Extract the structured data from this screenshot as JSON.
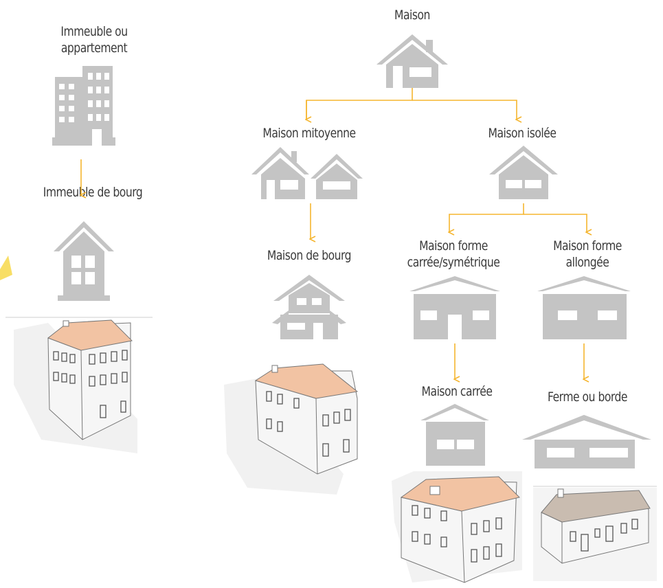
{
  "diagram": {
    "nodes": {
      "immeuble": "Immeuble ou\nappartement",
      "immeuble_bourg": "Immeuble de bourg",
      "maison": "Maison",
      "mitoyenne": "Maison mitoyenne",
      "isolee": "Maison  isolée",
      "maison_bourg": "Maison de bourg",
      "carree_sym": "Maison forme\ncarrée/symétrique",
      "allongee": "Maison forme\nallongée",
      "carree": "Maison carrée",
      "ferme": "Ferme ou borde"
    },
    "colors": {
      "arrow": "#f5b52e",
      "icon": "#c4c4c4",
      "roof": "#f2c3a3",
      "text": "#3a3a3a"
    },
    "icons": [
      "building-icon",
      "townhouse-icon",
      "house-icon",
      "semi-detached-houses-icon",
      "house-small-icon",
      "village-house-icon",
      "square-house-icon",
      "long-house-icon",
      "square-house-small-icon",
      "farmhouse-icon"
    ]
  }
}
